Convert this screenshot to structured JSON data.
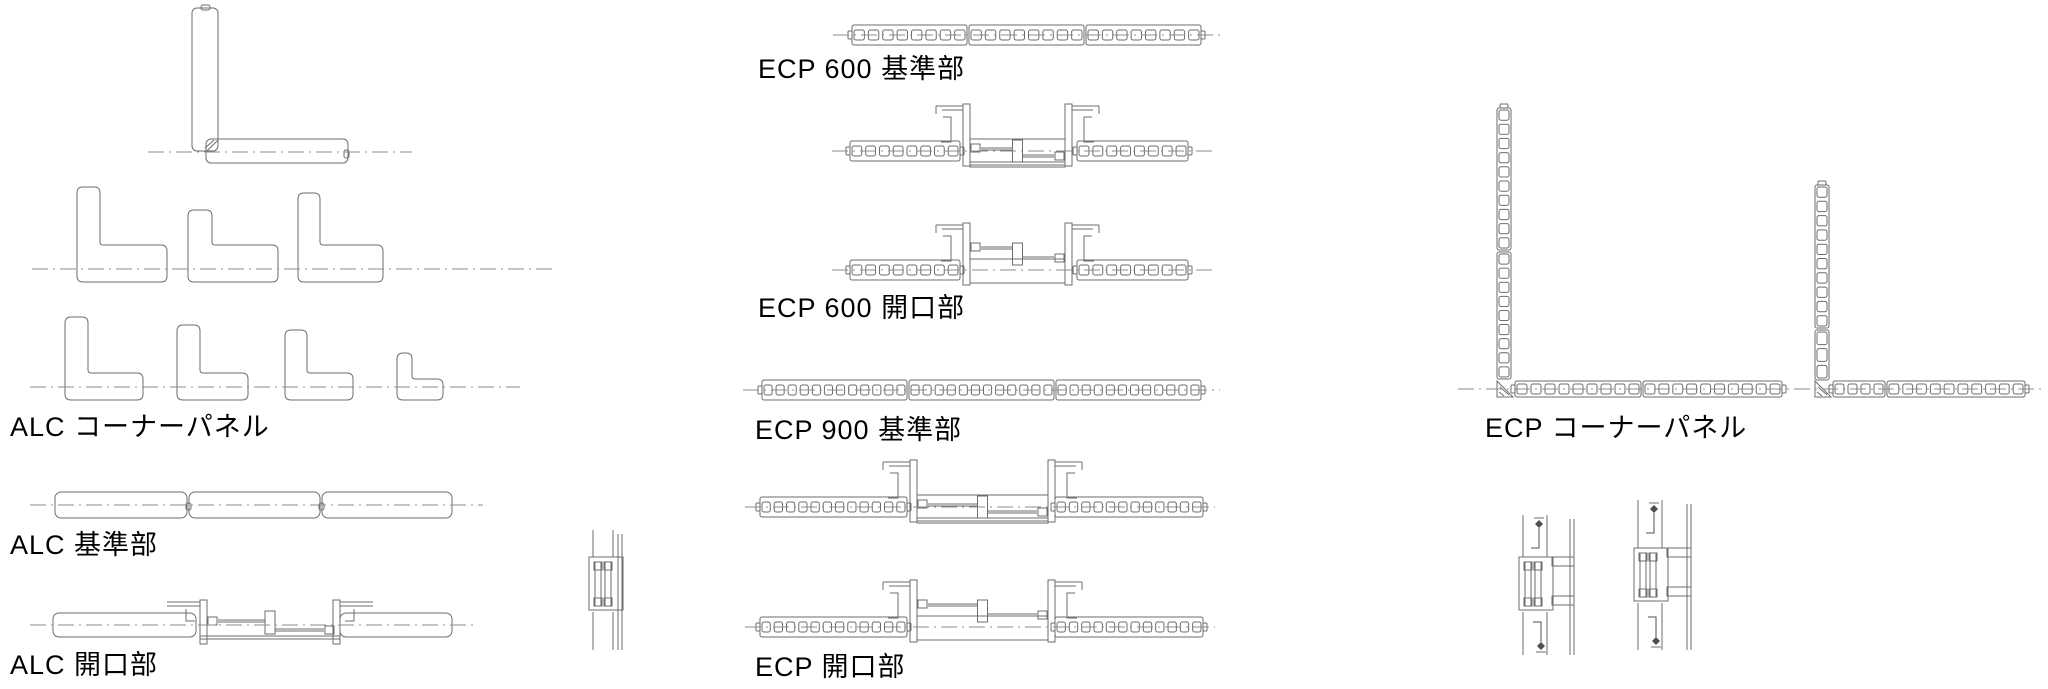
{
  "page": {
    "background": "#ffffff",
    "line_color": "#6d6d6d",
    "detail_color": "#4f4f4f",
    "dash_color": "#8c8c8c",
    "text_color": "#000000"
  },
  "labels": {
    "alc_corner": "ALC コーナーパネル",
    "alc_standard": "ALC 基準部",
    "alc_opening": "ALC 開口部",
    "ecp600_standard": "ECP 600 基準部",
    "ecp600_opening": "ECP 600 開口部",
    "ecp900_standard": "ECP 900 基準部",
    "ecp_opening": "ECP 開口部",
    "ecp_corner": "ECP コーナーパネル"
  }
}
